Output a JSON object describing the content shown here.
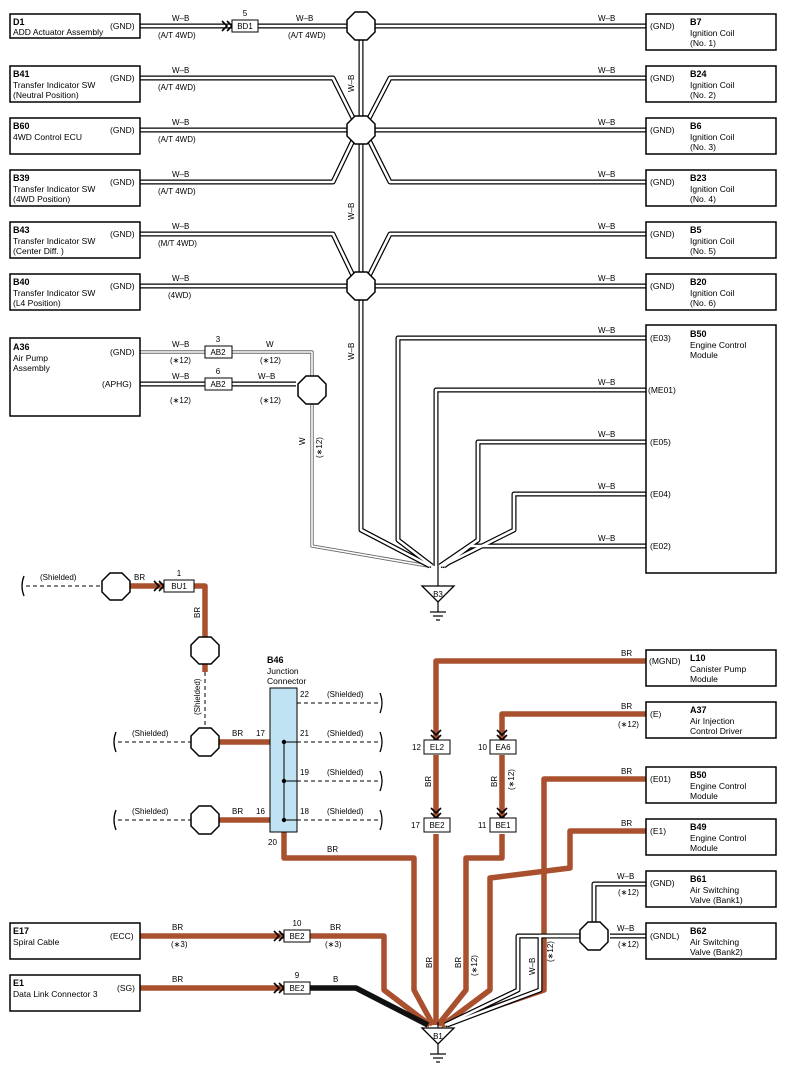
{
  "components": {
    "D1": {
      "id": "D1",
      "name": [
        "ADD Actuator Assembly"
      ],
      "pin": "(GND)"
    },
    "B41": {
      "id": "B41",
      "name": [
        "Transfer Indicator SW",
        "(Neutral Position)"
      ],
      "pin": "(GND)"
    },
    "B60": {
      "id": "B60",
      "name": [
        "4WD Control ECU"
      ],
      "pin": "(GND)"
    },
    "B39": {
      "id": "B39",
      "name": [
        "Transfer Indicator SW",
        "(4WD Position)"
      ],
      "pin": "(GND)"
    },
    "B43": {
      "id": "B43",
      "name": [
        "Transfer Indicator SW",
        "(Center Diff. )"
      ],
      "pin": "(GND)"
    },
    "B40": {
      "id": "B40",
      "name": [
        "Transfer Indicator SW",
        "(L4 Position)"
      ],
      "pin": "(GND)"
    },
    "A36": {
      "id": "A36",
      "name": [
        "Air Pump",
        "Assembly"
      ],
      "pins": [
        "(GND)",
        "(APHG)"
      ]
    },
    "B7": {
      "id": "B7",
      "name": [
        "Ignition Coil",
        "(No. 1)"
      ],
      "pin": "(GND)"
    },
    "B24": {
      "id": "B24",
      "name": [
        "Ignition Coil",
        "(No. 2)"
      ],
      "pin": "(GND)"
    },
    "B6": {
      "id": "B6",
      "name": [
        "Ignition Coil",
        "(No. 3)"
      ],
      "pin": "(GND)"
    },
    "B23": {
      "id": "B23",
      "name": [
        "Ignition Coil",
        "(No. 4)"
      ],
      "pin": "(GND)"
    },
    "B5": {
      "id": "B5",
      "name": [
        "Ignition Coil",
        "(No. 5)"
      ],
      "pin": "(GND)"
    },
    "B20": {
      "id": "B20",
      "name": [
        "Ignition Coil",
        "(No. 6)"
      ],
      "pin": "(GND)"
    },
    "B50": {
      "id": "B50",
      "name": [
        "Engine Control",
        "Module"
      ],
      "pins": [
        "(E03)",
        "(ME01)",
        "(E05)",
        "(E04)",
        "(E02)"
      ]
    },
    "B46": {
      "id": "B46",
      "name": [
        "Junction",
        "Connector"
      ]
    },
    "L10": {
      "id": "L10",
      "name": [
        "Canister Pump",
        "Module"
      ],
      "pin": "(MGND)"
    },
    "A37": {
      "id": "A37",
      "name": [
        "Air Injection",
        "Control Driver"
      ],
      "pin": "(E)"
    },
    "B50b": {
      "id": "B50",
      "name": [
        "Engine Control",
        "Module"
      ],
      "pin": "(E01)"
    },
    "B49": {
      "id": "B49",
      "name": [
        "Engine Control",
        "Module"
      ],
      "pin": "(E1)"
    },
    "B61": {
      "id": "B61",
      "name": [
        "Air Switching",
        "Valve (Bank1)"
      ],
      "pin": "(GND)"
    },
    "B62": {
      "id": "B62",
      "name": [
        "Air Switching",
        "Valve (Bank2)"
      ],
      "pin": "(GNDL)"
    },
    "E17": {
      "id": "E17",
      "name": [
        "Spiral Cable"
      ],
      "pin": "(ECC)"
    },
    "E1": {
      "id": "E1",
      "name": [
        "Data Link Connector 3"
      ],
      "pin": "(SG)"
    }
  },
  "connectors": {
    "BD1": {
      "code": "BD1",
      "pin": "5"
    },
    "AB2a": {
      "code": "AB2",
      "pin": "3"
    },
    "AB2b": {
      "code": "AB2",
      "pin": "6"
    },
    "BU1": {
      "code": "BU1",
      "pin": "1"
    },
    "EL2": {
      "code": "EL2",
      "pin": "12"
    },
    "EA6": {
      "code": "EA6",
      "pin": "10"
    },
    "BE2a": {
      "code": "BE2",
      "pin": "17"
    },
    "BE1": {
      "code": "BE1",
      "pin": "11"
    },
    "BE2b": {
      "code": "BE2",
      "pin": "10"
    },
    "BE2c": {
      "code": "BE2",
      "pin": "9"
    }
  },
  "grounds": {
    "top": "B3",
    "bottom": "B1"
  },
  "labels": {
    "wb": "W–B",
    "w": "W",
    "br": "BR",
    "b": "B",
    "at4wd": "(A/T 4WD)",
    "mt4wd": "(M/T 4WD)",
    "fwd": "(4WD)",
    "s12": "(∗12)",
    "s3": "(∗3)",
    "shielded": "(Shielded)"
  },
  "junction_pins": [
    "22",
    "21",
    "19",
    "18",
    "17",
    "16",
    "20"
  ]
}
